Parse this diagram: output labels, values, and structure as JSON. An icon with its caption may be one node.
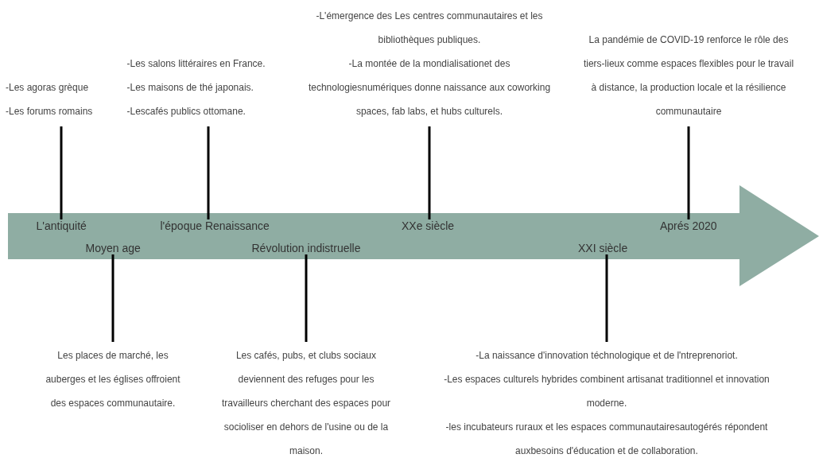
{
  "diagram": {
    "nodes": [
      {
        "text": [
          "L'antiquité"
        ]
      },
      {
        "text": [
          "-Les agoras grèque",
          "-Les forums romains"
        ]
      },
      {
        "text": [
          "l'époque Renaissance"
        ]
      },
      {
        "text": [
          "-Les salons littéraires en France.",
          "-Les maisons de thé japonais.",
          "-Lescafés publics ottomane."
        ]
      },
      {
        "text": [
          "XXe siècle"
        ]
      },
      {
        "text": [
          "-L'émergence des Les centres communautaires et les bibliothèques publiques.",
          "-La montée de la mondialisationet des technologiesnumériques donne naissance aux coworking spaces, fab labs, et hubs culturels."
        ]
      },
      {
        "text": [
          "Aprés 2020"
        ]
      },
      {
        "text": [
          "La pandémie de COVID-19 renforce le rôle des tiers-lieux comme espaces flexibles pour le travail à distance, la production locale et la résilience communautaire"
        ]
      },
      {
        "text": [
          "Moyen age"
        ]
      },
      {
        "text": [
          "Les places de marché, les auberges et les églises offroient des espaces communautaire."
        ]
      },
      {
        "text": [
          "Révolution indistruelle"
        ]
      },
      {
        "text": [
          "Les cafés, pubs, et clubs sociaux deviennent des refuges pour les travailleurs cherchant des espaces pour socioliser en dehors de l'usine ou de la maison."
        ]
      },
      {
        "text": [
          "XXI siècle"
        ]
      },
      {
        "text": [
          "-La naissance d'innovation téchnologique et de l'ntreprenoriot.",
          "-Les espaces culturels hybrides combinent artisanat traditionnel et innovation moderne.",
          "-les incubateurs ruraux et les espaces communautairesautogérés répondent auxbesoins d'éducation et de collaboration."
        ]
      }
    ],
    "edges": [
      {
        "from": 0,
        "to": 1,
        "arrow": "none"
      },
      {
        "from": 2,
        "to": 3,
        "arrow": "none"
      },
      {
        "from": 4,
        "to": 5,
        "arrow": "none"
      },
      {
        "from": 6,
        "to": 7,
        "arrow": "none"
      },
      {
        "from": 8,
        "to": 9,
        "arrow": "none"
      },
      {
        "from": 10,
        "to": 11,
        "arrow": "none"
      },
      {
        "from": 12,
        "to": 13,
        "arrow": "none"
      }
    ]
  }
}
